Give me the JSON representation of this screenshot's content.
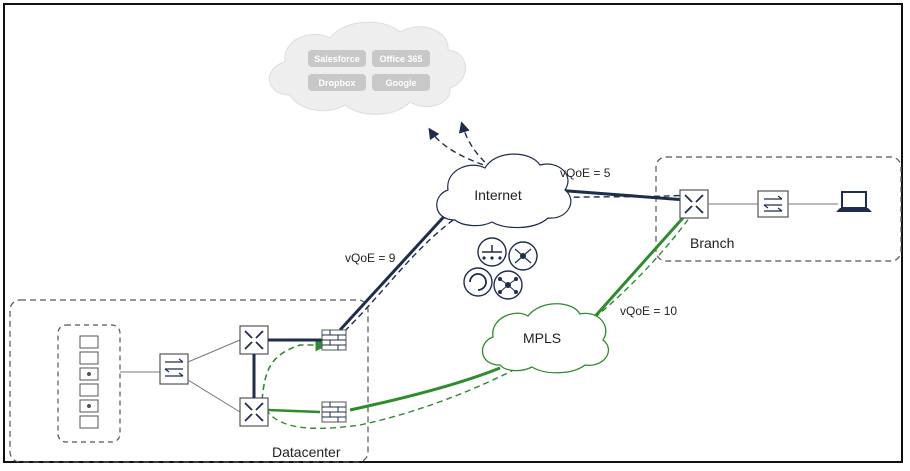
{
  "saas": {
    "salesforce": "Salesforce",
    "office365": "Office 365",
    "dropbox": "Dropbox",
    "google": "Google"
  },
  "clouds": {
    "internet": "Internet",
    "mpls": "MPLS"
  },
  "sites": {
    "branch": "Branch",
    "datacenter": "Datacenter"
  },
  "metrics": {
    "internet_branch": "vQoE = 5",
    "datacenter_internet": "vQoE = 9",
    "mpls_branch": "vQoE = 10"
  },
  "colors": {
    "internet_path": "#1f2d4d",
    "mpls_path": "#2e8b2e",
    "cloud_internet_stroke": "#1f2d4d",
    "cloud_mpls_stroke": "#2e8b2e",
    "saas_cloud_fill": "#eeeeee",
    "saas_tile_fill": "#c8c8c8"
  },
  "icons": [
    "server-rack-icon",
    "switch-icon",
    "router-icon",
    "firewall-icon",
    "laptop-icon",
    "controller-icon",
    "orchestrator-icon",
    "analytics-icon",
    "network-hub-icon"
  ]
}
